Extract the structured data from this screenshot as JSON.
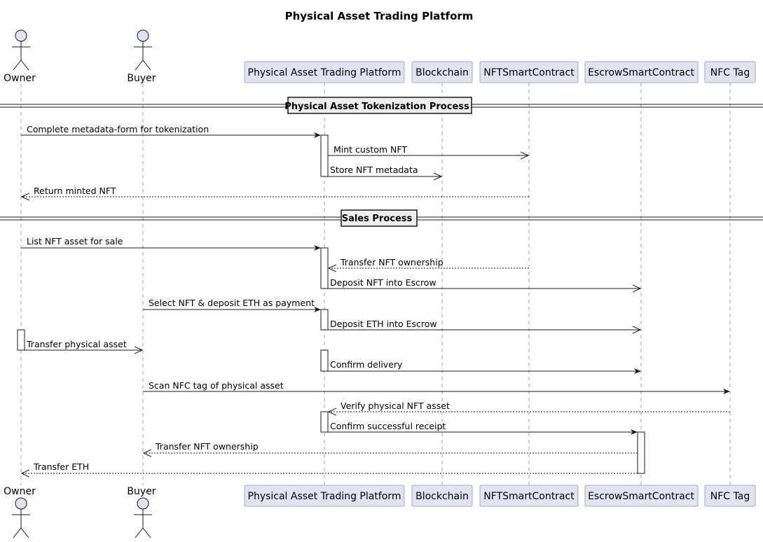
{
  "diagram": {
    "title": "Physical Asset Trading Platform",
    "actors": [
      {
        "id": "owner",
        "label": "Owner"
      },
      {
        "id": "buyer",
        "label": "Buyer"
      }
    ],
    "participants": [
      {
        "id": "platform",
        "label": "Physical Asset Trading Platform"
      },
      {
        "id": "blockchain",
        "label": "Blockchain"
      },
      {
        "id": "nft",
        "label": "NFTSmartContract"
      },
      {
        "id": "escrow",
        "label": "EscrowSmartContract"
      },
      {
        "id": "nfc",
        "label": "NFC Tag"
      }
    ],
    "dividers": [
      {
        "label": "Physical Asset Tokenization Process"
      },
      {
        "label": "Sales Process"
      }
    ],
    "messages": [
      {
        "from": "owner",
        "to": "platform",
        "label": "Complete metadata-form for tokenization",
        "style": "sync"
      },
      {
        "from": "platform",
        "to": "nft",
        "label": "Mint custom NFT",
        "style": "async"
      },
      {
        "from": "platform",
        "to": "blockchain",
        "label": "Store NFT metadata",
        "style": "async"
      },
      {
        "from": "nft",
        "to": "owner",
        "label": "Return minted NFT",
        "style": "return"
      },
      {
        "from": "owner",
        "to": "platform",
        "label": "List NFT asset for sale",
        "style": "sync"
      },
      {
        "from": "nft",
        "to": "platform",
        "label": "Transfer NFT ownership",
        "style": "return"
      },
      {
        "from": "platform",
        "to": "escrow",
        "label": "Deposit NFT into Escrow",
        "style": "async"
      },
      {
        "from": "buyer",
        "to": "platform",
        "label": "Select NFT & deposit ETH as payment",
        "style": "sync"
      },
      {
        "from": "platform",
        "to": "escrow",
        "label": "Deposit ETH into Escrow",
        "style": "async"
      },
      {
        "from": "owner",
        "to": "buyer",
        "label": "Transfer physical asset",
        "style": "async"
      },
      {
        "from": "platform",
        "to": "escrow",
        "label": "Confirm delivery",
        "style": "sync"
      },
      {
        "from": "buyer",
        "to": "nfc",
        "label": "Scan NFC tag of physical asset",
        "style": "sync"
      },
      {
        "from": "nfc",
        "to": "platform",
        "label": "Verify physical NFT asset",
        "style": "return"
      },
      {
        "from": "platform",
        "to": "escrow",
        "label": "Confirm successful receipt",
        "style": "sync"
      },
      {
        "from": "escrow",
        "to": "buyer",
        "label": "Transfer NFT ownership",
        "style": "return"
      },
      {
        "from": "escrow",
        "to": "owner",
        "label": "Transfer ETH",
        "style": "return"
      }
    ],
    "colors": {
      "participant_fill": "#e2e2f0",
      "participant_border": "#a8a8c0",
      "line": "#181818",
      "lifeline": "#a0a0a0",
      "divider_fill": "#eeeeee"
    }
  }
}
